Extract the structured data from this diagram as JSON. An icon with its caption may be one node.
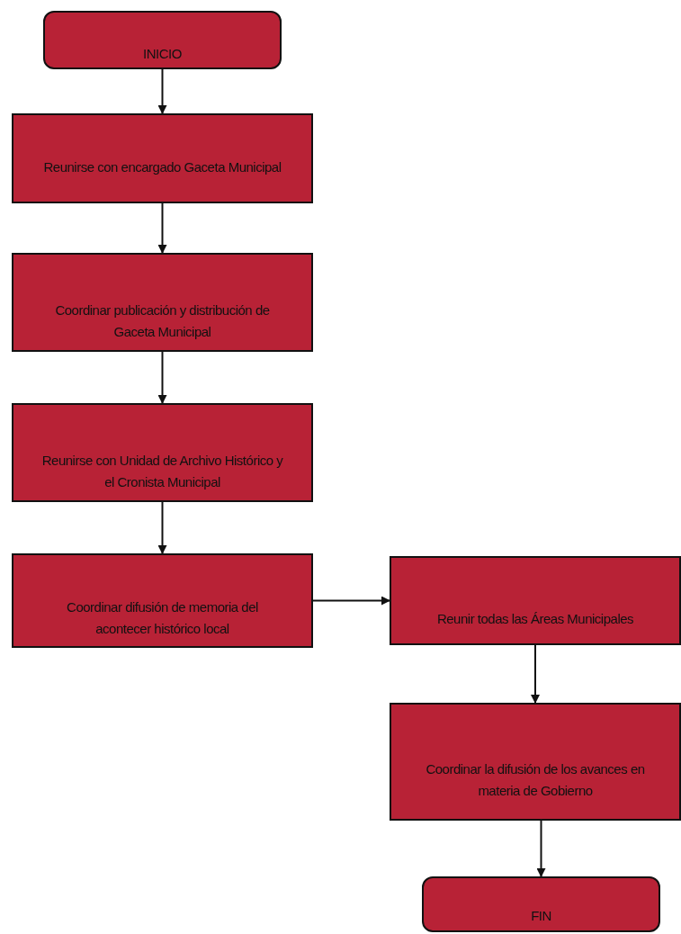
{
  "diagram": {
    "nodes": [
      {
        "text": [
          "INICIO"
        ]
      },
      {
        "text": [
          "Reunirse con encargado Gaceta Municipal"
        ]
      },
      {
        "text": [
          "Coordinar publicación y distribución de Gaceta Municipal"
        ]
      },
      {
        "text": [
          "Reunirse con Unidad de Archivo Histórico y el Cronista Municipal"
        ]
      },
      {
        "text": [
          "Coordinar difusión de memoria del acontecer histórico local"
        ]
      },
      {
        "text": [
          "Reunir todas las Áreas Municipales"
        ]
      },
      {
        "text": [
          "Coordinar la difusión de los avances en materia de Gobierno"
        ]
      },
      {
        "text": [
          "FIN"
        ]
      }
    ],
    "edges": [
      {
        "from": 0,
        "to": 1,
        "arrow": "to"
      },
      {
        "from": 1,
        "to": 2,
        "arrow": "to"
      },
      {
        "from": 2,
        "to": 3,
        "arrow": "to"
      },
      {
        "from": 3,
        "to": 4,
        "arrow": "to"
      },
      {
        "from": 4,
        "to": 5,
        "arrow": "to"
      },
      {
        "from": 5,
        "to": 6,
        "arrow": "to"
      },
      {
        "from": 6,
        "to": 7,
        "arrow": "to"
      }
    ]
  }
}
